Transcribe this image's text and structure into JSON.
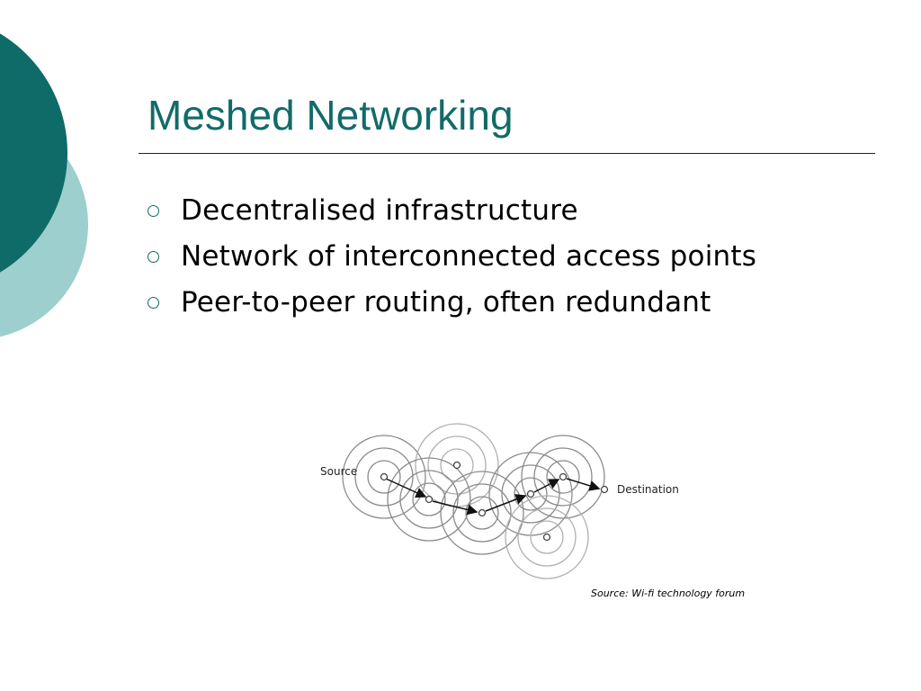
{
  "slide": {
    "title": "Meshed Networking",
    "bullets": [
      "Decentralised infrastructure",
      "Network of interconnected access points",
      "Peer-to-peer routing, often redundant"
    ]
  },
  "diagram": {
    "source_label": "Source",
    "destination_label": "Destination"
  },
  "caption": "Source: Wi-fi technology forum",
  "colors": {
    "accent_dark_teal": "#0e6b68",
    "accent_light_teal": "#9ccfce",
    "title_color": "#126b68"
  }
}
